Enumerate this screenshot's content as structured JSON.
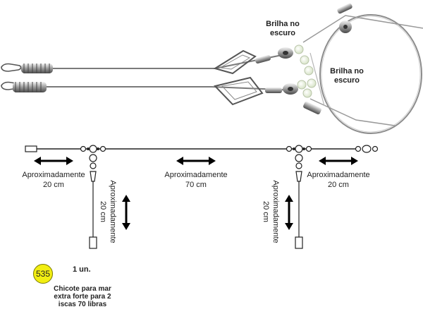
{
  "photo": {
    "glow_label_1": [
      "Brilha no",
      "escuro"
    ],
    "glow_label_2": [
      "Brilha no",
      "escuro"
    ]
  },
  "diagram": {
    "dim_left": [
      "Aproximadamente",
      "20 cm"
    ],
    "dim_middle": [
      "Aproximadamente",
      "70 cm"
    ],
    "dim_right": [
      "Aproximadamente",
      "20 cm"
    ],
    "dim_branch_left": [
      "Aproximadamente",
      "20 cm"
    ],
    "dim_branch_right": [
      "Aproximadamente",
      "20 cm"
    ]
  },
  "product": {
    "code": "535",
    "quantity": "1 un.",
    "description": [
      "Chicote para mar",
      "extra forte para 2",
      "iscas 70 libras"
    ],
    "badge_color": "#f2ee12"
  }
}
